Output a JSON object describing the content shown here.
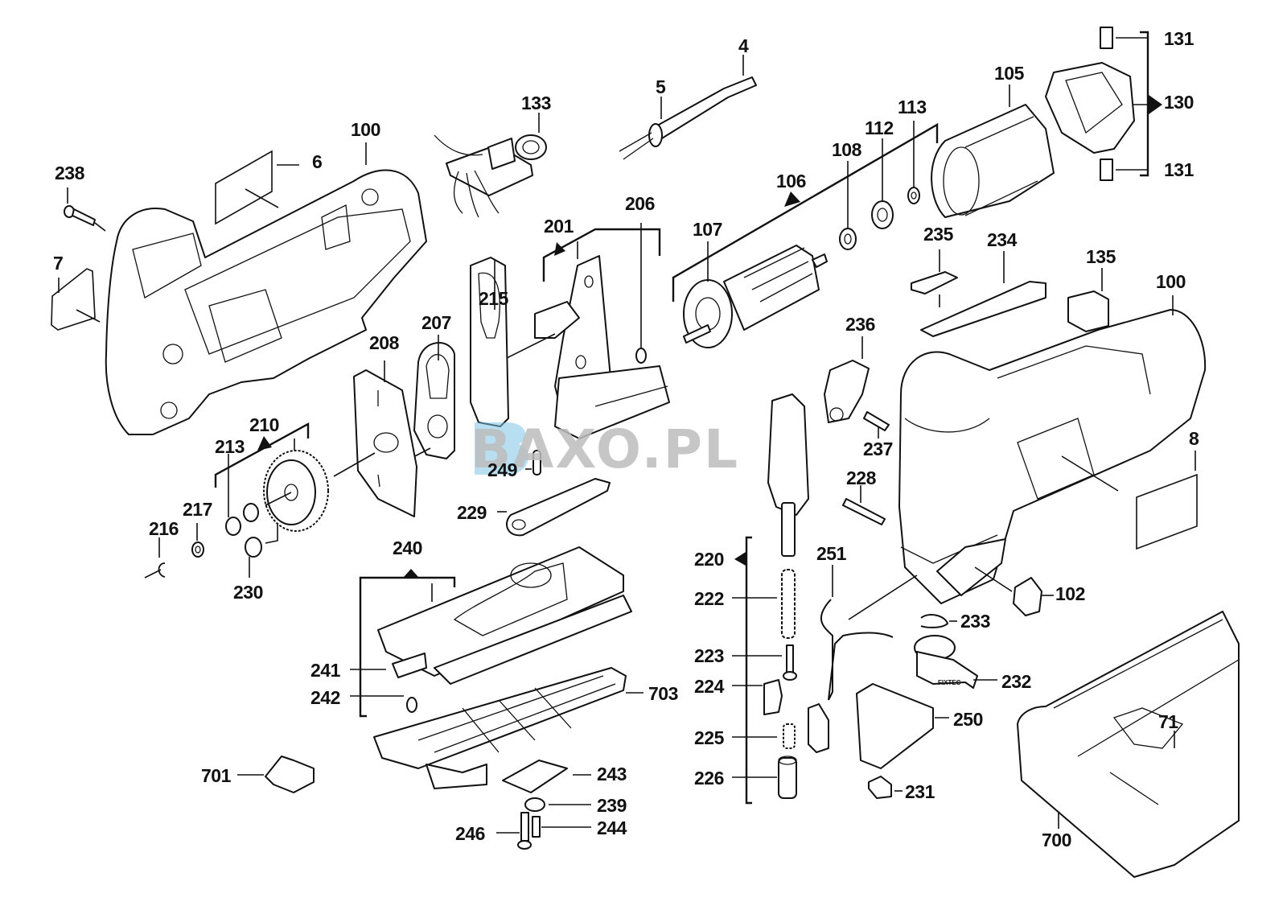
{
  "title": "Jigsaw exploded parts diagram",
  "watermark": {
    "text": "BAXO.PL",
    "logo_color": "#7ec3e6",
    "text_color": "#bdbdbd"
  },
  "embossed_text": {
    "fixtec": "FIXTEC"
  },
  "labels": {
    "l4": "4",
    "l5": "5",
    "l6": "6",
    "l7": "7",
    "l8": "8",
    "l71": "71",
    "l100a": "100",
    "l100b": "100",
    "l102": "102",
    "l105": "105",
    "l106": "106",
    "l107": "107",
    "l108": "108",
    "l112": "112",
    "l113": "113",
    "l130": "130",
    "l131a": "131",
    "l131b": "131",
    "l133": "133",
    "l135": "135",
    "l201": "201",
    "l206": "206",
    "l207": "207",
    "l208": "208",
    "l210": "210",
    "l213": "213",
    "l215": "215",
    "l216": "216",
    "l217": "217",
    "l220": "220",
    "l222": "222",
    "l223": "223",
    "l224": "224",
    "l225": "225",
    "l226": "226",
    "l228": "228",
    "l229": "229",
    "l230": "230",
    "l231": "231",
    "l232": "232",
    "l233": "233",
    "l234": "234",
    "l235": "235",
    "l236": "236",
    "l237": "237",
    "l238": "238",
    "l239": "239",
    "l240": "240",
    "l241": "241",
    "l242": "242",
    "l243": "243",
    "l244": "244",
    "l246": "246",
    "l249": "249",
    "l250": "250",
    "l251": "251",
    "l700": "700",
    "l701": "701",
    "l703": "703"
  },
  "assemblies": [
    {
      "id": "106",
      "contains": [
        "107",
        "108",
        "112",
        "113"
      ]
    },
    {
      "id": "130",
      "contains": [
        "131",
        "131"
      ]
    },
    {
      "id": "201",
      "contains": [
        "206"
      ]
    },
    {
      "id": "210",
      "contains": [
        "213"
      ]
    },
    {
      "id": "220",
      "contains": [
        "222",
        "223",
        "224",
        "225",
        "226"
      ]
    },
    {
      "id": "240",
      "contains": [
        "241",
        "242"
      ]
    }
  ]
}
